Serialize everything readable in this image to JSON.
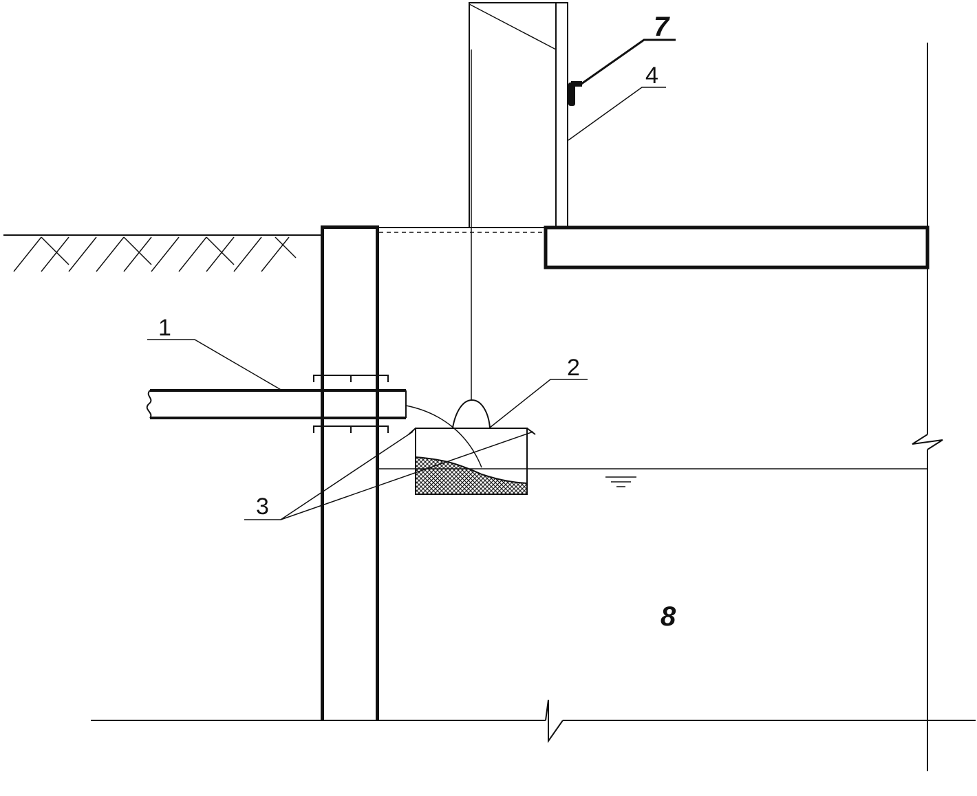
{
  "labels": {
    "l1": "1",
    "l2": "2",
    "l3": "3",
    "l4": "4",
    "l7": "7",
    "l8": "8"
  },
  "colors": {
    "line": "#111111",
    "mesh": "#333333"
  }
}
